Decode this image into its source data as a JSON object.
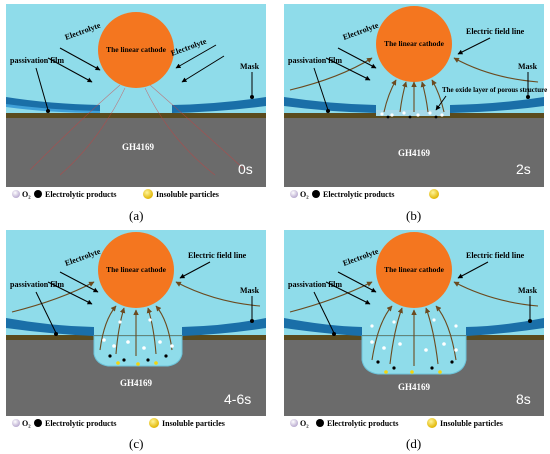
{
  "colors": {
    "electrolyte": "#8fdcea",
    "workpiece": "#6b6b6b",
    "cathode": "#f4761f",
    "mask_dark": "#1a6fa8",
    "mask_light": "#3fa0d8",
    "passivation": "#5a4b1e",
    "field_line": "#6b4a1f",
    "insoluble": "#f5d50a",
    "electrolytic_product": "#000000",
    "o2": "#ece6f4"
  },
  "panels": [
    {
      "caption": "(a)",
      "time": "0s",
      "cathode_label": "The linear cathode",
      "workpiece_label": "GH4169",
      "labels": {
        "electrolyte_left": "Electrolyte",
        "electrolyte_right": "Electrolyte",
        "passivation": "passivation film",
        "mask": "Mask"
      },
      "legend": {
        "o2": "O₂",
        "electrolytic": "Electrolytic products",
        "insoluble": "Insoluble particles"
      }
    },
    {
      "caption": "(b)",
      "time": "2s",
      "cathode_label": "The linear cathode",
      "workpiece_label": "GH4169",
      "labels": {
        "electrolyte_left": "Electrolyte",
        "field_line": "Electric field line",
        "passivation": "passivation film",
        "mask": "Mask",
        "oxide": "The oxide layer of porous structure"
      },
      "legend": {
        "o2": "O₂",
        "electrolytic": "Electrolytic products",
        "insoluble": ""
      }
    },
    {
      "caption": "(c)",
      "time": "4-6s",
      "cathode_label": "The linear cathode",
      "workpiece_label": "GH4169",
      "labels": {
        "electrolyte_left": "Electrolyte",
        "field_line": "Electric field line",
        "passivation": "passivation film",
        "mask": "Mask"
      },
      "legend": {
        "o2": "O₂",
        "electrolytic": "Electrolytic products",
        "insoluble": "Insoluble particles"
      }
    },
    {
      "caption": "(d)",
      "time": "8s",
      "cathode_label": "The linear cathode",
      "workpiece_label": "GH4169",
      "labels": {
        "electrolyte_left": "Electrolyte",
        "field_line": "Electric field line",
        "passivation": "passivation film",
        "mask": "Mask"
      },
      "legend": {
        "o2": "O₂",
        "electrolytic": "Electrolytic products",
        "insoluble": "Insoluble particles"
      }
    }
  ]
}
